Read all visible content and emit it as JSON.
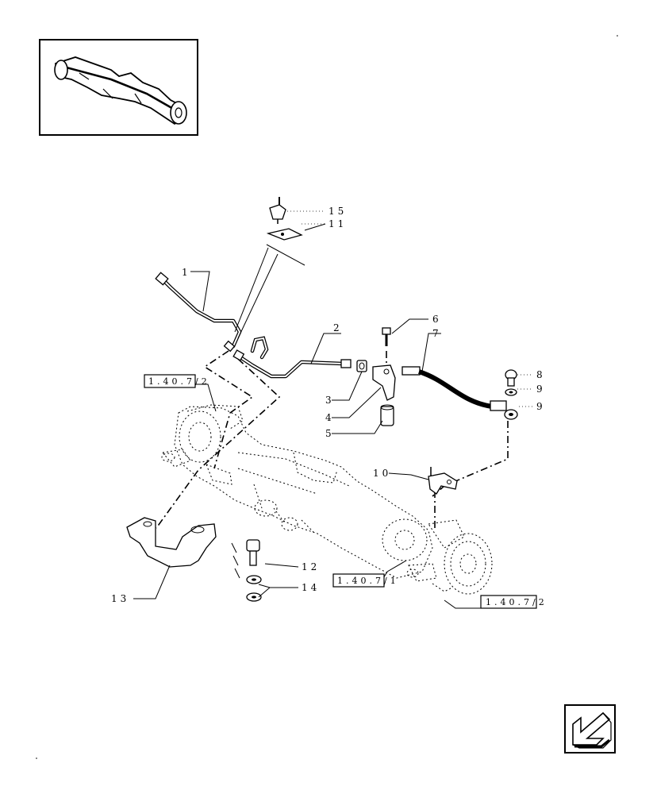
{
  "labels": {
    "l1": "1",
    "l2": "2",
    "l3": "3",
    "l4": "4",
    "l5": "5",
    "l6": "6",
    "l7": "7",
    "l8": "8",
    "l9a": "9",
    "l9b": "9",
    "l10": "10",
    "l11": "11",
    "l12": "12",
    "l13": "13",
    "l14": "14",
    "l15": "15"
  },
  "references": {
    "ref_left": "1.40.7/2",
    "ref_center": "1.40.7/1",
    "ref_right": "1.40.7/2"
  },
  "icons": {
    "thumbnail": "axle-thumbnail-icon",
    "nav": "page-arrow-icon"
  }
}
